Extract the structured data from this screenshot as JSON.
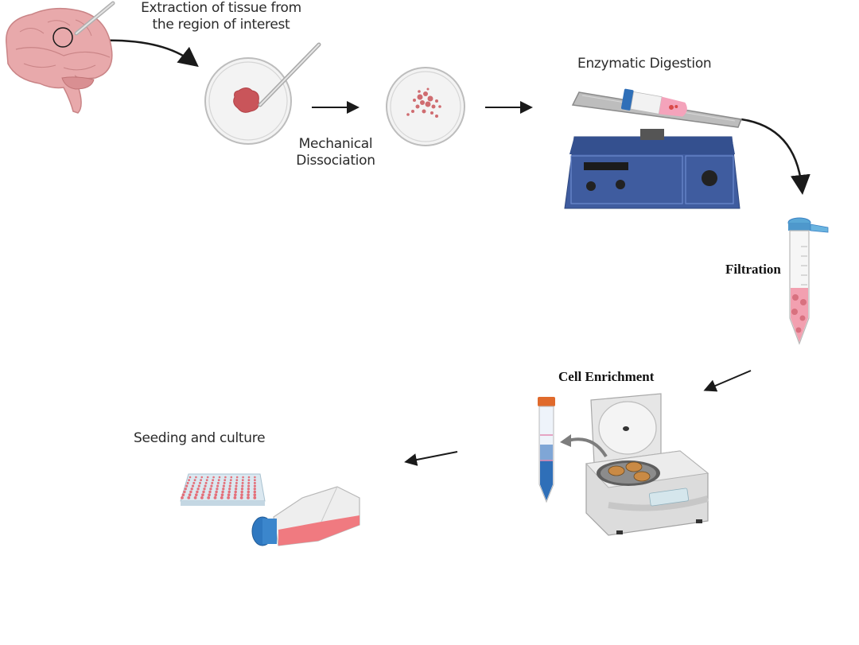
{
  "diagram": {
    "title": "Brain tissue cell isolation workflow",
    "steps": [
      {
        "id": "extraction",
        "label_line1": "Extraction of tissue from",
        "label_line2": "the region of interest",
        "icon": "brain-icon"
      },
      {
        "id": "mechanical",
        "label_line1": "Mechanical",
        "label_line2": "Dissociation",
        "icon": "petri-dish-icon"
      },
      {
        "id": "enzymatic",
        "label": "Enzymatic Digestion",
        "icon": "rocker-shaker-icon"
      },
      {
        "id": "filtration",
        "label": "Filtration",
        "icon": "conical-tube-icon"
      },
      {
        "id": "enrichment",
        "label": "Cell Enrichment",
        "icon": "centrifuge-icon"
      },
      {
        "id": "seeding",
        "label": "Seeding and culture",
        "icon": "culture-flask-icon"
      }
    ],
    "colors": {
      "tissue": "#c8555a",
      "brain": "#e7a9ab",
      "instrument_blue": "#3d5a9c",
      "cap_blue": "#3b82c4",
      "medium_pink": "#f2a0b0",
      "arrow": "#1a1a1a"
    }
  }
}
